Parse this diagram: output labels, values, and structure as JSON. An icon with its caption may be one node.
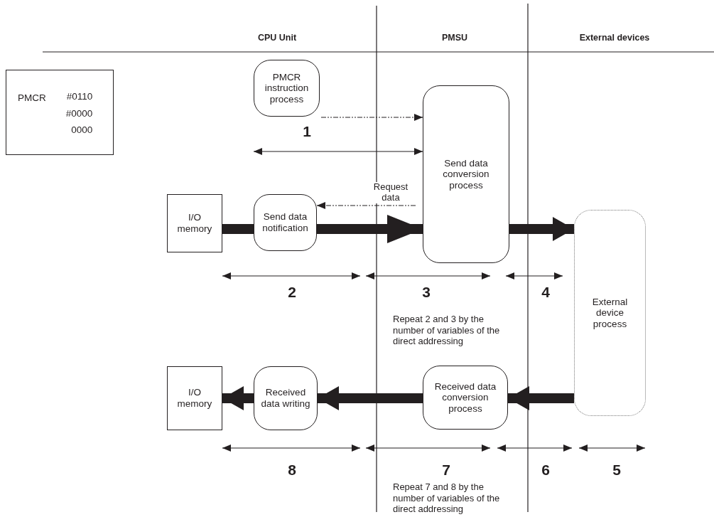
{
  "diagram": {
    "nodes": [
      {
        "text": [
          "PMCR",
          "#0110 #0000 0000"
        ]
      },
      {
        "text": [
          "PMCR instruction process"
        ]
      },
      {
        "text": [
          "Send data conversion process"
        ]
      },
      {
        "text": [
          "I/O memory"
        ]
      },
      {
        "text": [
          "Send data notification"
        ]
      },
      {
        "text": [
          "External device process"
        ]
      },
      {
        "text": [
          "I/O memory"
        ]
      },
      {
        "text": [
          "Received data writing"
        ]
      },
      {
        "text": [
          "Received data conversion process"
        ]
      }
    ],
    "edges": [
      {
        "from": 1,
        "to": 2,
        "arrow": "to",
        "style": "dashed"
      },
      {
        "from": 2,
        "to": 4,
        "arrow": "to",
        "style": "dashed",
        "label": "Request data"
      },
      {
        "from": 3,
        "to": 4,
        "arrow": "none"
      },
      {
        "from": 4,
        "to": 2,
        "arrow": "to"
      },
      {
        "from": 2,
        "to": 5,
        "arrow": "to"
      },
      {
        "from": 5,
        "to": 8,
        "arrow": "to"
      },
      {
        "from": 8,
        "to": 7,
        "arrow": "to"
      },
      {
        "from": 7,
        "to": 6,
        "arrow": "to"
      }
    ],
    "labels": [
      "CPU Unit",
      "PMSU",
      "External devices",
      "1",
      "2",
      "3",
      "4",
      "Repeat 2 and 3 by the number of variables of the direct addressing",
      "8",
      "7",
      "6",
      "5",
      "Repeat 7 and 8 by the number of variables of the direct addressing"
    ]
  }
}
